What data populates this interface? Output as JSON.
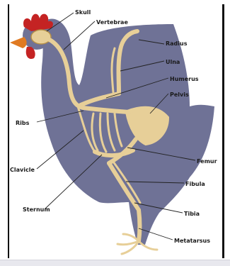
{
  "colors": {
    "body": "#6f7296",
    "bone": "#e7cf98",
    "bone_edge": "#b58f48",
    "comb": "#c42323",
    "beak": "#e07a22",
    "line": "#222222"
  },
  "labels": {
    "skull": "Skull",
    "vertebrae": "Vertebrae",
    "radius": "Radius",
    "ulna": "Ulna",
    "humerus": "Humerus",
    "pelvis": "Pelvis",
    "ribs": "Ribs",
    "femur": "Femur",
    "clavicle": "Clavicle",
    "fibula": "Fibula",
    "sternum": "Sternum",
    "tibia": "Tibia",
    "metatarsus": "Metatarsus"
  }
}
